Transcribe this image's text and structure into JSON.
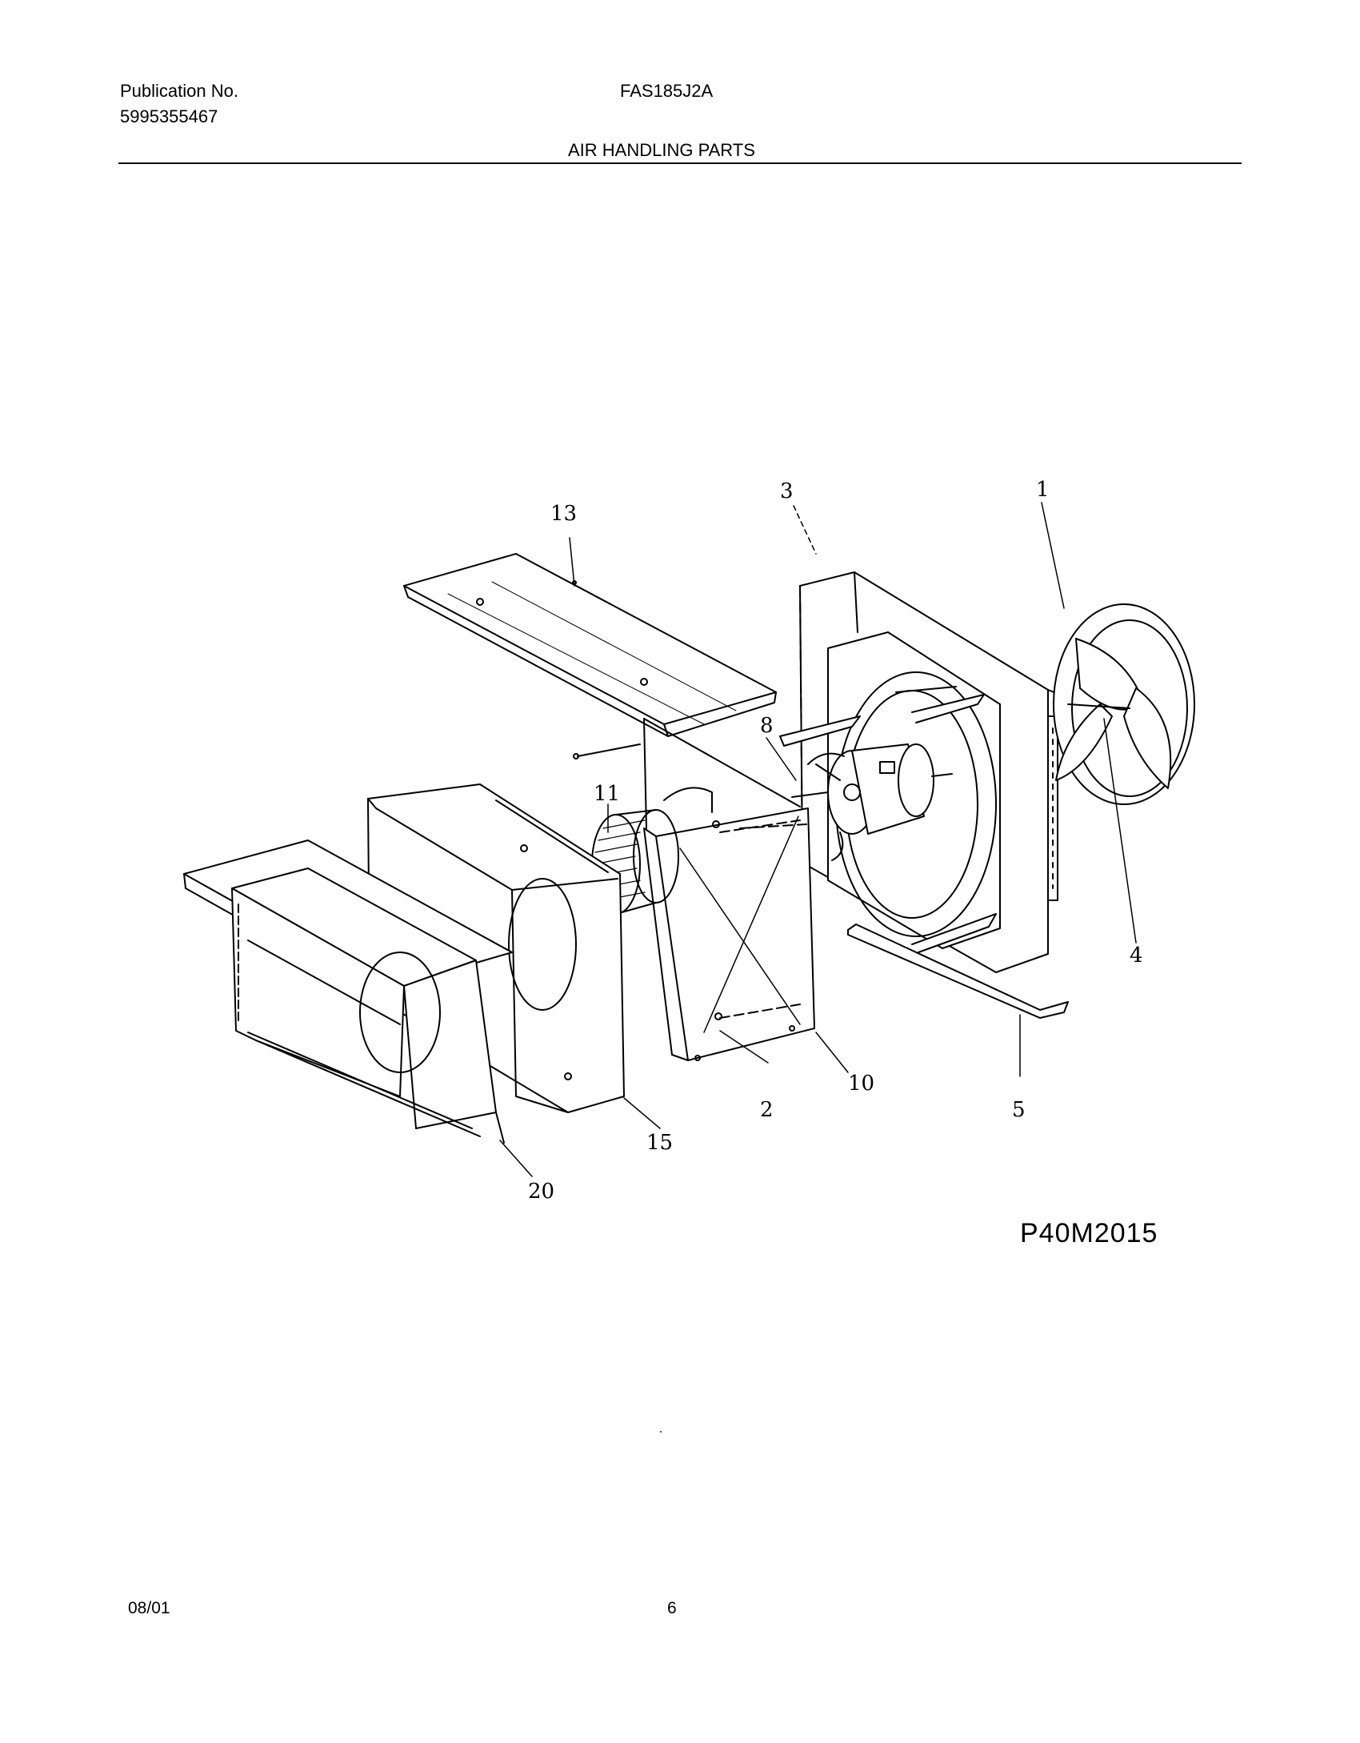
{
  "header": {
    "publication_label": "Publication No.",
    "publication_number": "5995355467",
    "model": "FAS185J2A",
    "section_title": "AIR HANDLING PARTS"
  },
  "diagram": {
    "callouts": {
      "c1": "1",
      "c2": "2",
      "c3": "3",
      "c4": "4",
      "c5": "5",
      "c8": "8",
      "c10": "10",
      "c11": "11",
      "c13": "13",
      "c15": "15",
      "c20": "20"
    },
    "drawing_code": "P40M2015"
  },
  "footer": {
    "date": "08/01",
    "page": "6"
  }
}
